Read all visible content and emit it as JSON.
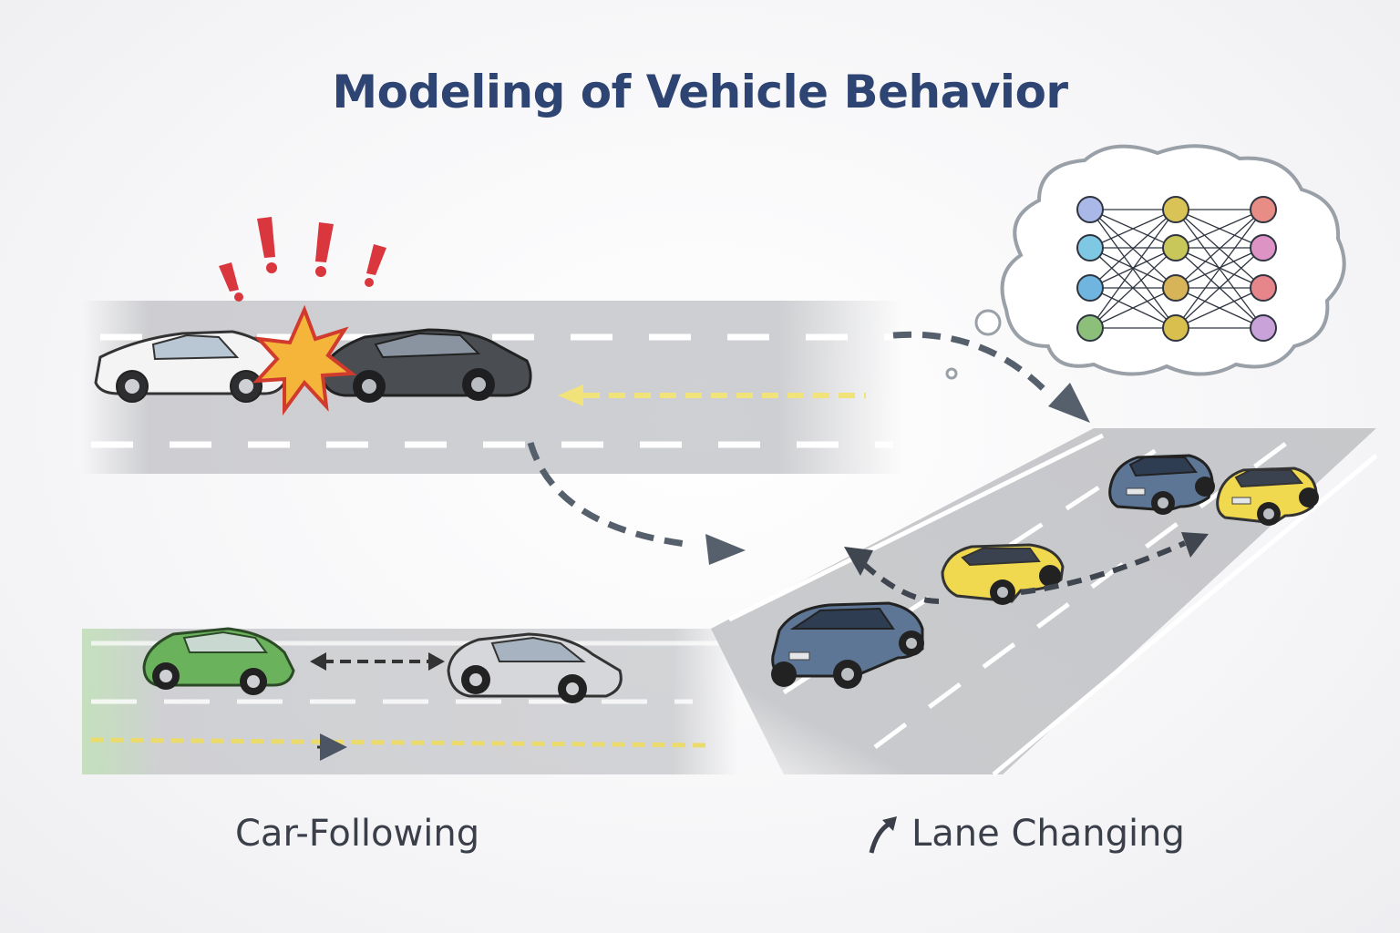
{
  "title": "Modeling of Vehicle Behavior",
  "captions": {
    "car_following": "Car-Following",
    "lane_changing": "Lane Changing"
  },
  "colors": {
    "title": "#2e4472",
    "road": "#c9cacd",
    "lane_dash": "#ffffff",
    "center_dash": "#f2e27a",
    "arrow": "#4b5563",
    "alert": "#d9363e"
  },
  "neural_network": {
    "layers": [
      [
        "#a9b8e6",
        "#7fc8e4",
        "#6fb5e0",
        "#8cc07a"
      ],
      [
        "#d9c256",
        "#c8c75a",
        "#d6b457",
        "#d8bf4e"
      ],
      [
        "#e88c86",
        "#dd93c4",
        "#e6868a",
        "#c9a2d9"
      ]
    ]
  },
  "icons": [
    "collision-burst-icon",
    "exclamation-icon",
    "thought-bubble-icon",
    "neural-network-icon",
    "curved-arrow-icon",
    "double-arrow-icon",
    "lane-change-arrow-icon"
  ]
}
